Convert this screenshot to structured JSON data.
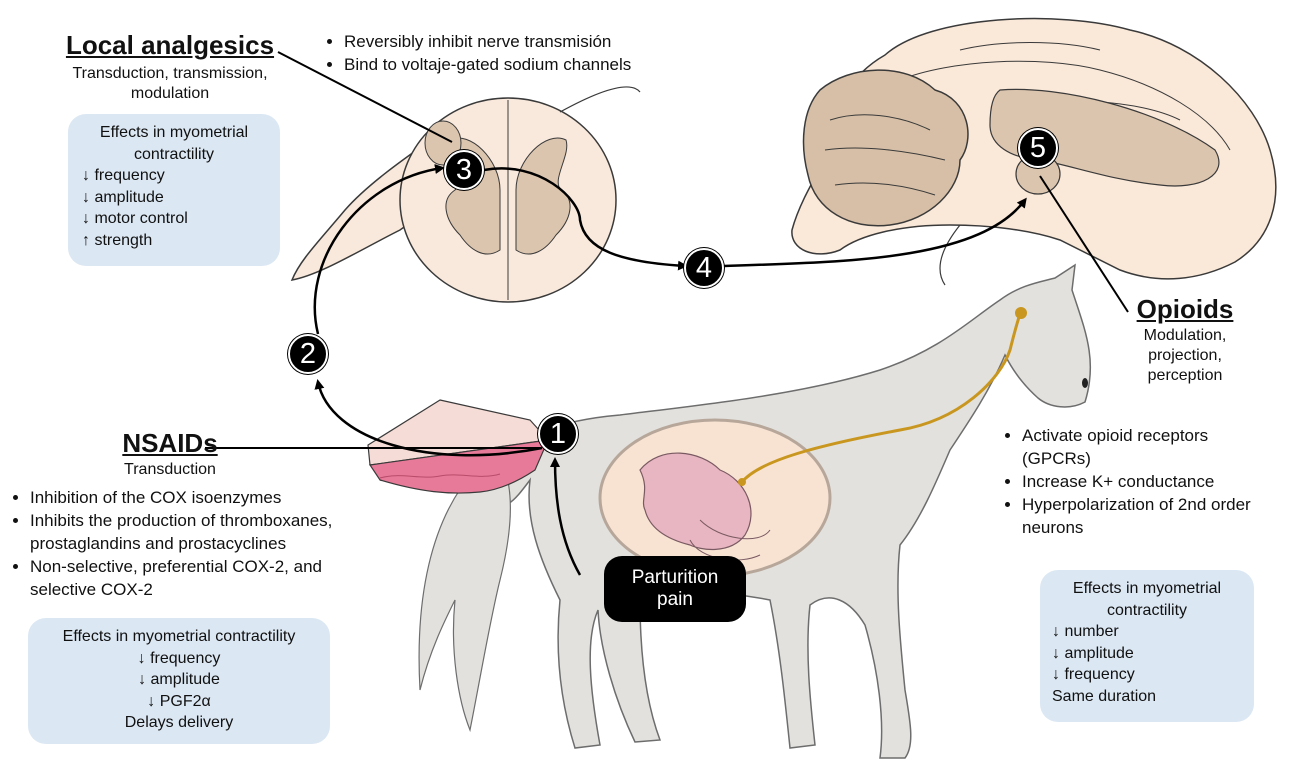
{
  "local": {
    "title": "Local analgesics",
    "subtitle": [
      "Transduction, transmission,",
      "modulation"
    ],
    "bullets": [
      "Reversibly inhibit  nerve transmisión",
      "Bind to voltaje-gated sodium channels"
    ],
    "effects": [
      "Effects in myometrial",
      "contractility",
      "↓ frequency",
      "↓ amplitude",
      "↓ motor control",
      "↑ strength"
    ]
  },
  "nsaids": {
    "title": "NSAIDs",
    "subtitle": "Transduction",
    "bullets": [
      [
        "Inhibition of the COX isoenzymes"
      ],
      [
        "Inhibits the production of thromboxanes,",
        "prostaglandins and prostacyclines"
      ],
      [
        "Non-selective, preferential COX-2, and",
        "selective COX-2"
      ]
    ],
    "effects": [
      "Effects in myometrial contractility",
      "↓ frequency",
      "↓ amplitude",
      "↓ PGF2α",
      "Delays delivery"
    ]
  },
  "opioids": {
    "title": "Opioids",
    "subtitle": [
      "Modulation,",
      "projection,",
      "perception"
    ],
    "bullets": [
      [
        "Activate opioid receptors",
        "(GPCRs)"
      ],
      [
        "Increase K+ conductance"
      ],
      [
        "Hyperpolarization of 2nd order",
        "neurons"
      ]
    ],
    "effects": [
      "Effects in myometrial",
      "contractility",
      "↓ number",
      "↓ amplitude",
      "↓ frequency",
      "Same duration"
    ]
  },
  "steps": [
    "1",
    "2",
    "3",
    "4",
    "5"
  ],
  "pain_label": [
    "Parturition",
    "pain"
  ],
  "colors": {
    "box_fill": "#dbe7f3",
    "spinal_outer": "#f9e9dc",
    "spinal_gray": "#dcc5ae",
    "brain": "#fae8d8",
    "cerebellum": "#d6bfa6",
    "horse": "#e2e1dd",
    "uterus": "#f8e3d3",
    "foal": "#e8b6c2",
    "tissue": "#e87a99",
    "nerve": "#c9971f"
  }
}
